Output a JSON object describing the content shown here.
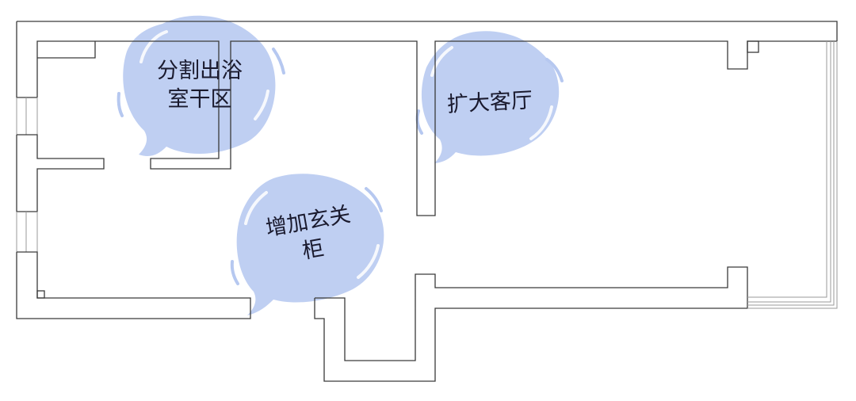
{
  "diagram": {
    "type": "floor-plan",
    "bubble_color": "#b6c8f0",
    "wall_color": "#3a3a3a",
    "annotations": [
      {
        "id": "bathroom",
        "lines": [
          "分割出浴",
          "室干区"
        ]
      },
      {
        "id": "living-room",
        "lines": [
          "扩大客厅"
        ]
      },
      {
        "id": "entrance",
        "lines": [
          "增加玄关",
          "柜"
        ]
      }
    ]
  }
}
